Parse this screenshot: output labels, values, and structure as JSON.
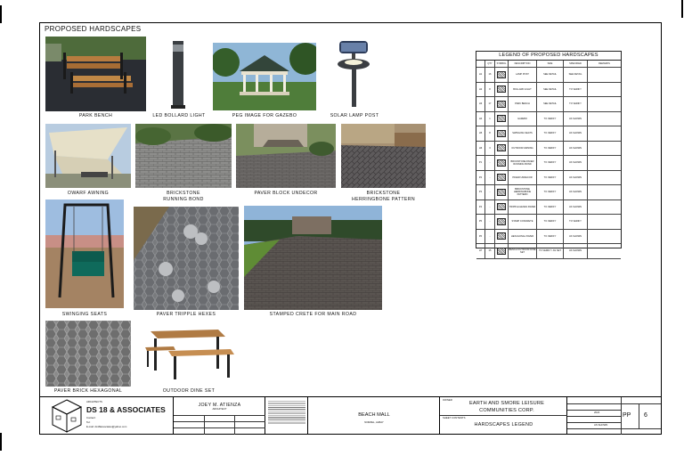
{
  "sheet": {
    "title": "PROPOSED HARDSCAPES"
  },
  "photos": [
    {
      "id": "park-bench",
      "caption": "PARK BENCH"
    },
    {
      "id": "led-bollard",
      "caption": "LED BOLLARD LIGHT"
    },
    {
      "id": "gazebo",
      "caption": "PEG IMAGE FOR GAZEBO"
    },
    {
      "id": "solar-lamp",
      "caption": "SOLAR LAMP POST"
    },
    {
      "id": "awning",
      "caption": "OWARF AWNING"
    },
    {
      "id": "brickstone-running",
      "caption_line1": "BRICKSTONE",
      "caption_line2": "RUNNING BOND"
    },
    {
      "id": "paver-block",
      "caption": "PAVER BLOCK UNDECOR"
    },
    {
      "id": "brickstone-herringbone",
      "caption_line1": "BRICKSTONE",
      "caption_line2": "HERRINGBONE PATTERN"
    },
    {
      "id": "swing",
      "caption": "SWINGING SEATS"
    },
    {
      "id": "paver-hexes",
      "caption": "PAVER TRIPPLE HEXES"
    },
    {
      "id": "stamped-crete",
      "caption": "STAMPED CRETE FOR MAIN ROAD"
    },
    {
      "id": "paver-hexagonal",
      "caption": "PAVER BRICK HEXAGONAL"
    },
    {
      "id": "dine-set",
      "caption": "OUTDOOR DINE SET"
    }
  ],
  "legend": {
    "title": "LEGEND OF PROPOSED HARDSCAPES",
    "headers": [
      "QTY",
      "SYMBOL",
      "DESCRIPTION",
      "SIZE",
      "SPECIFIED",
      "REMARKS"
    ],
    "rows": [
      {
        "no": "H1",
        "qty": "16",
        "desc": "LAMP POST",
        "size": "SEE DETAIL",
        "spec": "SEE DETAIL"
      },
      {
        "no": "H2",
        "qty": "8",
        "desc": "BOLLARD LIGHT",
        "size": "SEE DETAIL",
        "spec": "TO VERIFY"
      },
      {
        "no": "H3",
        "qty": "17",
        "desc": "PARK BENCH",
        "size": "SEE DETAIL",
        "spec": "TO VERIFY"
      },
      {
        "no": "H4",
        "qty": "1",
        "desc": "GAZEBO",
        "size": "TO VERIFY",
        "spec": "AS SHOWN"
      },
      {
        "no": "H5",
        "qty": "8",
        "desc": "SWINGING SEATS",
        "size": "TO VERIFY",
        "spec": "AS SHOWN"
      },
      {
        "no": "H6",
        "qty": "3",
        "desc": "OUTDOOR AWNING",
        "size": "TO VERIFY",
        "spec": "AS SHOWN"
      },
      {
        "no": "P1",
        "qty": "-",
        "desc": "BRICKSTONE PAVER RUNNING BOND",
        "size": "TO VERIFY",
        "spec": "AS SHOWN"
      },
      {
        "no": "P2",
        "qty": "-",
        "desc": "PAVER UNDECOR",
        "size": "TO VERIFY",
        "spec": "AS SHOWN"
      },
      {
        "no": "P3",
        "qty": "-",
        "desc": "BRICKSTONE HERRINGBONE PATTERN",
        "size": "TO VERIFY",
        "spec": "AS SHOWN"
      },
      {
        "no": "P4",
        "qty": "-",
        "desc": "TRIPPLE HEXES PAVER",
        "size": "TO VERIFY",
        "spec": "AS SHOWN"
      },
      {
        "no": "P5",
        "qty": "-",
        "desc": "STAMP CONCRETE",
        "size": "TO VERIFY",
        "spec": "TO VERIFY"
      },
      {
        "no": "P6",
        "qty": "-",
        "desc": "HEXAGONAL PAVER",
        "size": "TO VERIFY",
        "spec": "AS SHOWN"
      },
      {
        "no": "H7",
        "qty": "15",
        "desc": "BENCH OUTDOOR DINE SET",
        "size": "TO VERIFY / AS SET",
        "spec": "AS SHOWN"
      }
    ]
  },
  "title_block": {
    "firm_small": "ARCHITECTS",
    "firm_name": "DS 18 & ASSOCIATES",
    "firm_contact": "Contact:",
    "firm_tel": "Tel:",
    "firm_email": "E-mail: ds18associates@yahoo.com",
    "designer_name": "JOEY M. ATIENZA",
    "designer_title": "ARCHITECT",
    "project_name": "BEACH MALL",
    "project_location": "NORZEL, ALBAY",
    "owner_label": "OWNER",
    "owner": "EARTH AND SMORE LEISURE COMMUNITIES CORP.",
    "sheet_contents_label": "SHEET CONTENTS",
    "sheet_contents": "HARDSCAPES LEGEND",
    "sheet_code": "PP",
    "sheet_number": "6",
    "date": "2024",
    "scale": "AS SHOWN"
  }
}
